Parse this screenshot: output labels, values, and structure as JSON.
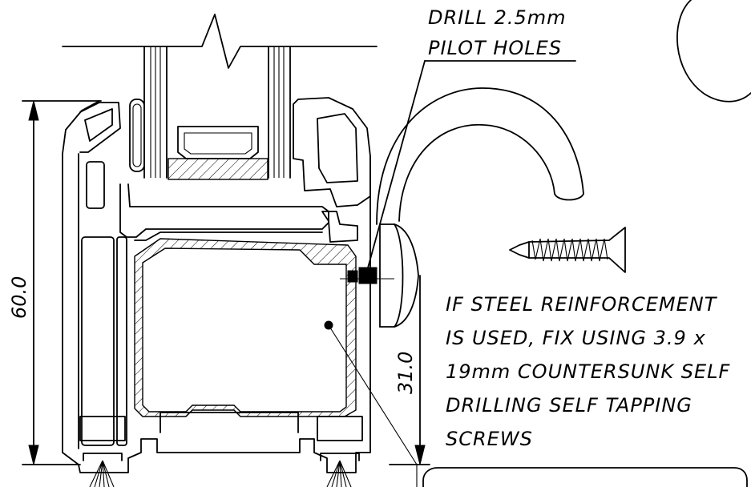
{
  "drill_note": {
    "line1": "DRILL 2.5mm",
    "line2": "PILOT HOLES"
  },
  "fix_note": {
    "line1": "IF STEEL REINFORCEMENT",
    "line2": "IS USED, FIX USING 3.9 x",
    "line3": "19mm COUNTERSUNK SELF",
    "line4": "DRILLING SELF TAPPING",
    "line5": "SCREWS"
  },
  "dimensions": {
    "overall_height": "60.0",
    "screw_height": "31.0"
  }
}
